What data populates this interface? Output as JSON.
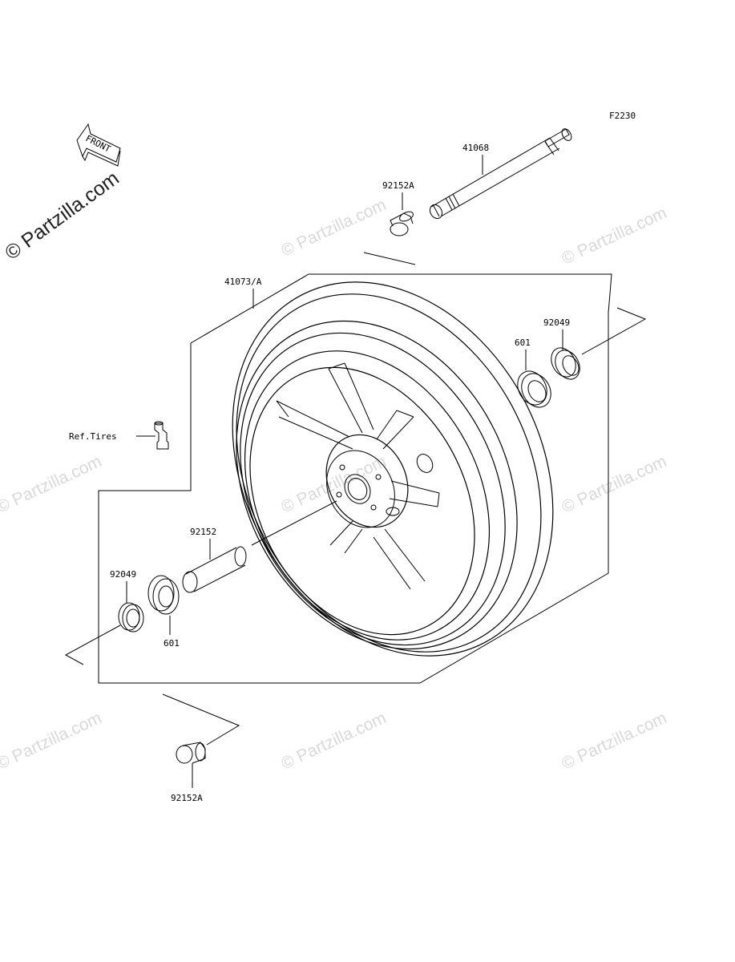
{
  "diagram_code": "F2230",
  "front_label": "FRONT",
  "watermark": "© Partzilla.com",
  "parts": {
    "axle": "41068",
    "collar_top": "92152A",
    "wheel": "41073/A",
    "seal_right": "92049",
    "bearing_right": "601",
    "valve": "Ref.Tires",
    "spacer": "92152",
    "seal_left": "92049",
    "bearing_left": "601",
    "collar_bottom": "92152A"
  }
}
